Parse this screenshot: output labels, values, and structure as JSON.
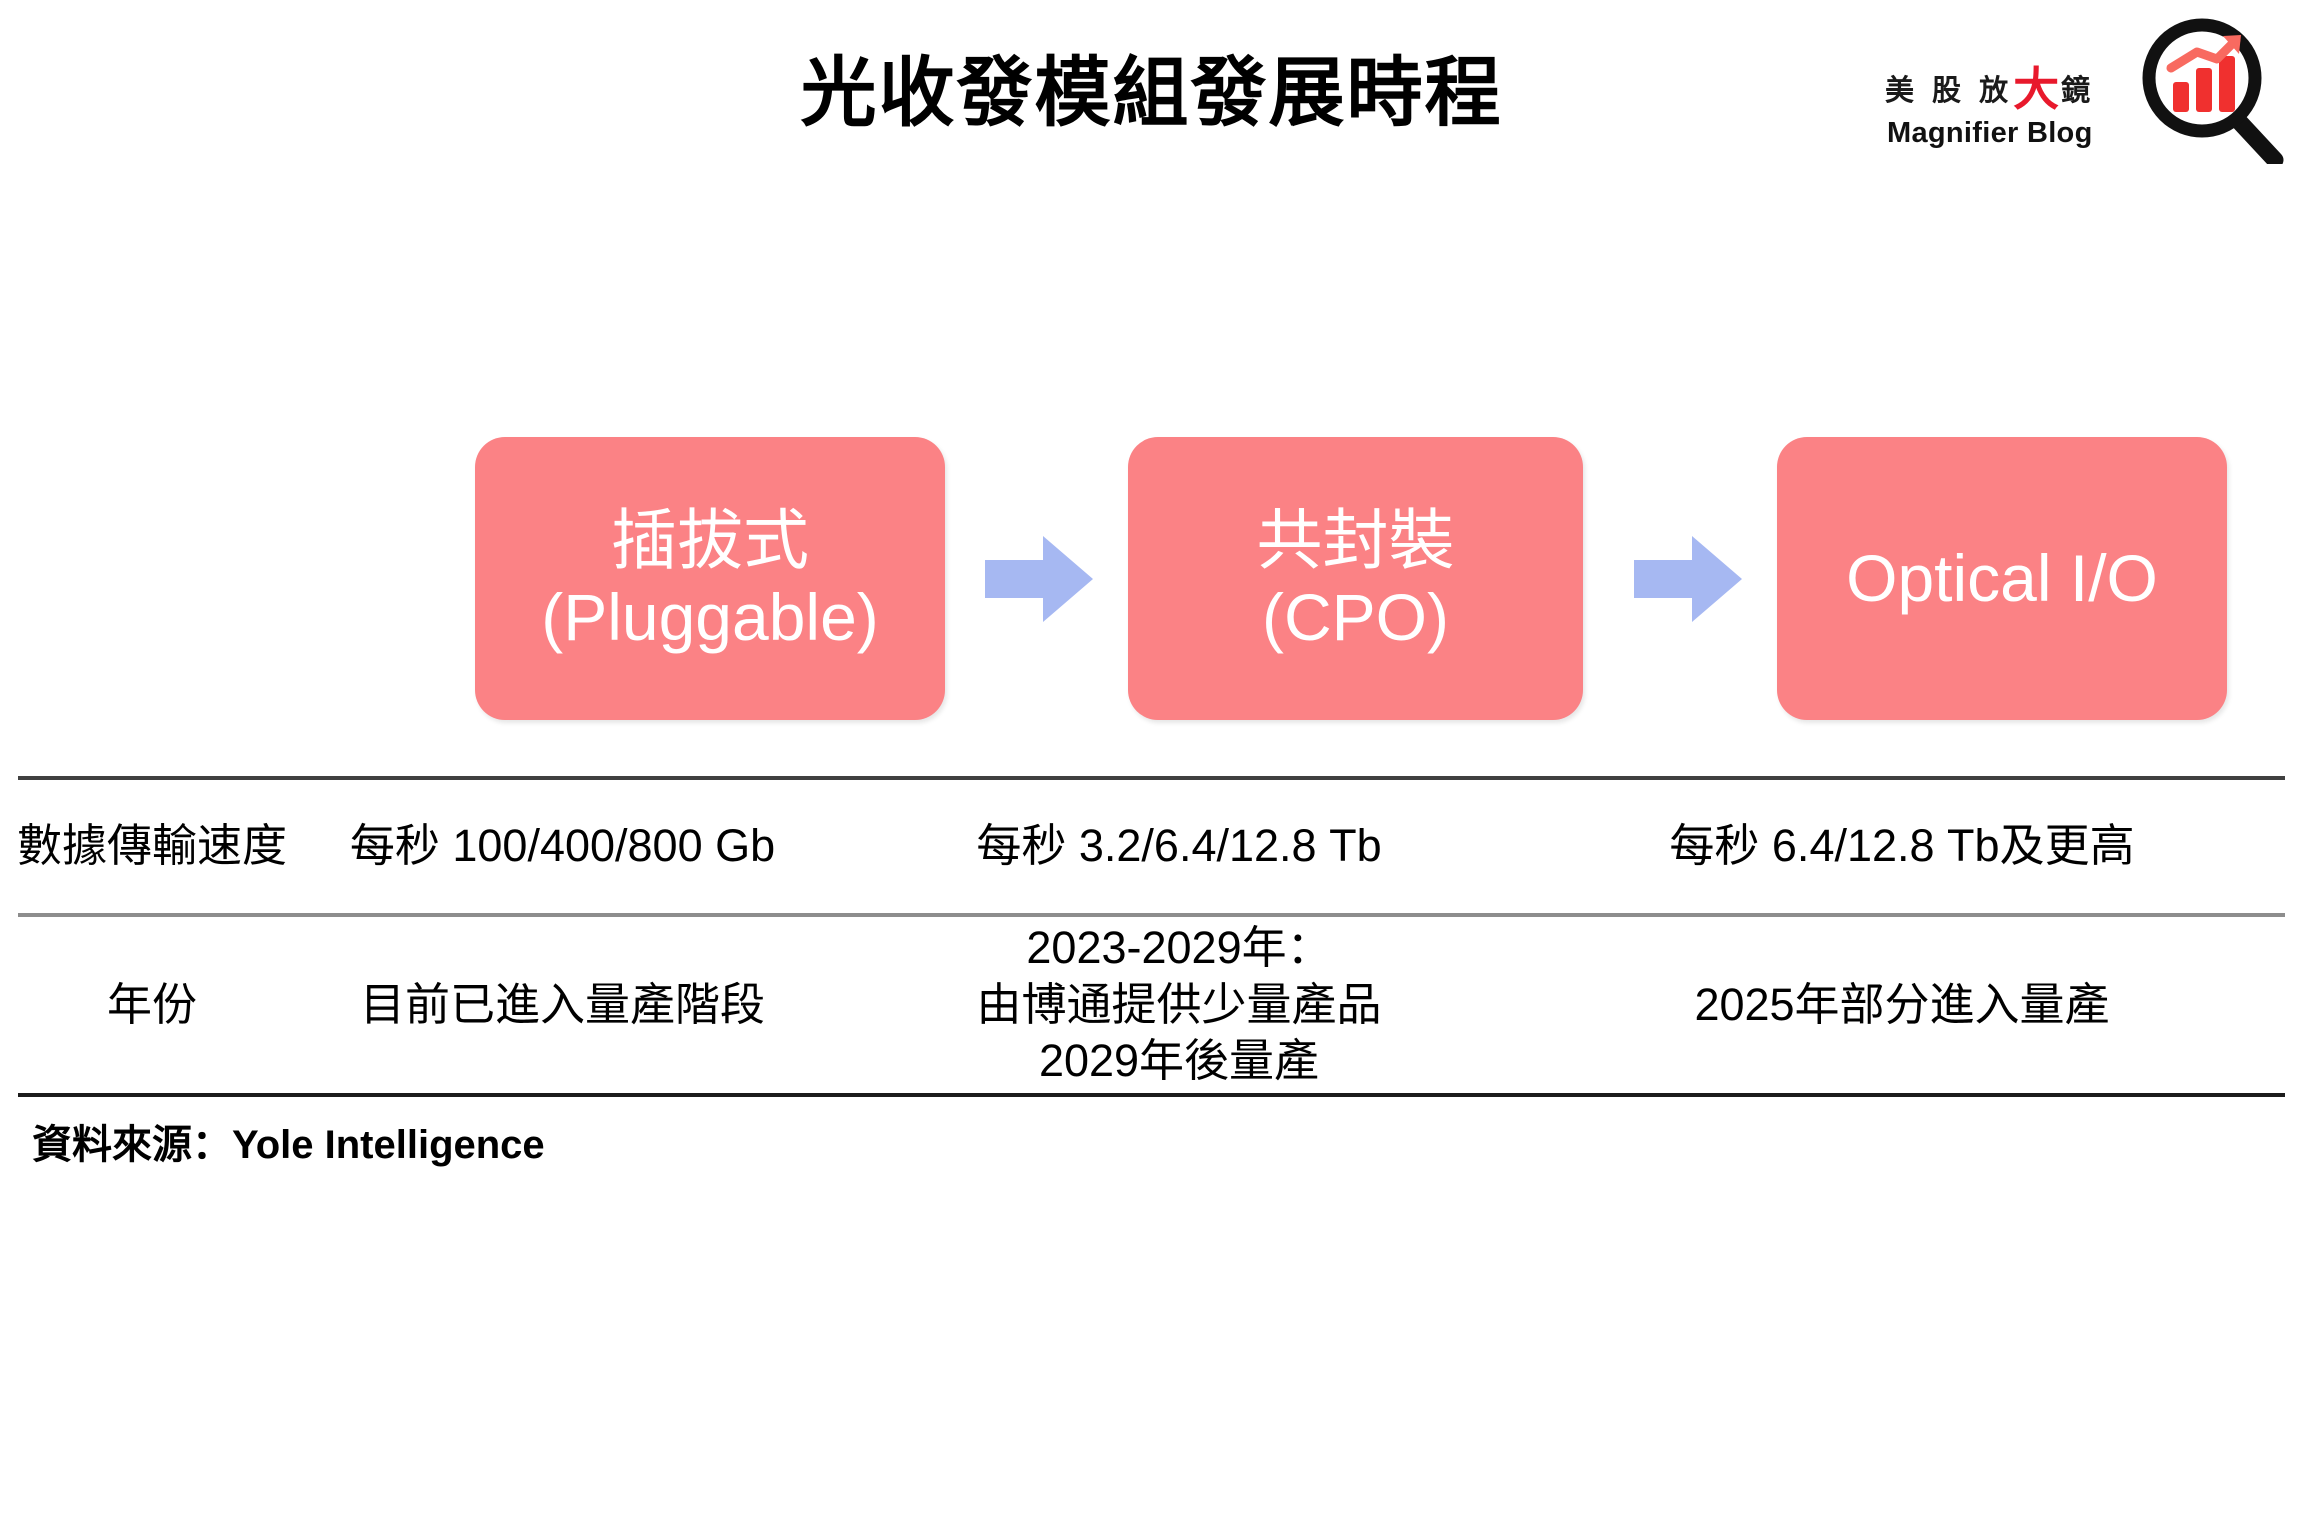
{
  "page": {
    "title": "光收發模組發展時程",
    "background_color": "#ffffff"
  },
  "logo": {
    "wordmark_prefix": "美 股 放",
    "wordmark_big": "大",
    "wordmark_suffix": "鏡",
    "subtitle": "Magnifier Blog",
    "accent_color": "#e8192c",
    "icon": "magnifier-bar-chart-icon"
  },
  "flow": {
    "box_color": "#fb8285",
    "arrow_color": "#a6b8f2",
    "boxes": [
      {
        "line1": "插拔式",
        "line2": "(Pluggable)"
      },
      {
        "line1": "共封裝",
        "line2": "(CPO)"
      },
      {
        "line1": "Optical I/O",
        "line2": ""
      }
    ],
    "arrows": [
      "right-arrow-icon",
      "right-arrow-icon"
    ]
  },
  "table": {
    "rows": [
      {
        "label": "數據傳輸速度",
        "cells": [
          {
            "lines": [
              "每秒 100/400/800 Gb"
            ]
          },
          {
            "lines": [
              "每秒  3.2/6.4/12.8  Tb"
            ]
          },
          {
            "lines": [
              "每秒 6.4/12.8 Tb及更高"
            ]
          }
        ]
      },
      {
        "label": "年份",
        "cells": [
          {
            "lines": [
              "目前已進入量產階段"
            ]
          },
          {
            "lines": [
              "2023-2029年：",
              "由博通提供少量產品",
              "2029年後量產"
            ]
          },
          {
            "lines": [
              "2025年部分進入量產"
            ]
          }
        ]
      }
    ]
  },
  "source": {
    "note": "資料來源：Yole Intelligence"
  }
}
